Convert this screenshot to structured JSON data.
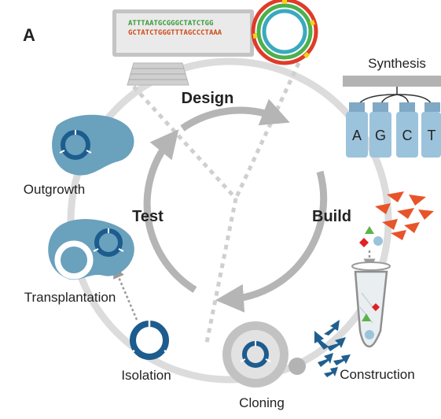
{
  "panel_label": "A",
  "cycle": {
    "design": "Design",
    "build": "Build",
    "test": "Test"
  },
  "labels": {
    "synthesis": "Synthesis",
    "outgrowth": "Outgrowth",
    "transplantation": "Transplantation",
    "isolation": "Isolation",
    "cloning": "Cloning",
    "construction": "Construction"
  },
  "sequence": {
    "line1": "ATTTAATGCGGGCTATCTGG",
    "line2": "GCTATCTGGGTTTAGCCCTAAA"
  },
  "nucleotides": [
    "A",
    "G",
    "C",
    "T"
  ],
  "colors": {
    "ring": "#dcdcdc",
    "cycle_arrow": "#b5b5b5",
    "cell": "#6aa1bd",
    "plasmid": "#1c5c8e",
    "vial": "#9cc3dc",
    "fragment": "#e8542a",
    "arrow_blue": "#1f5f8f"
  }
}
